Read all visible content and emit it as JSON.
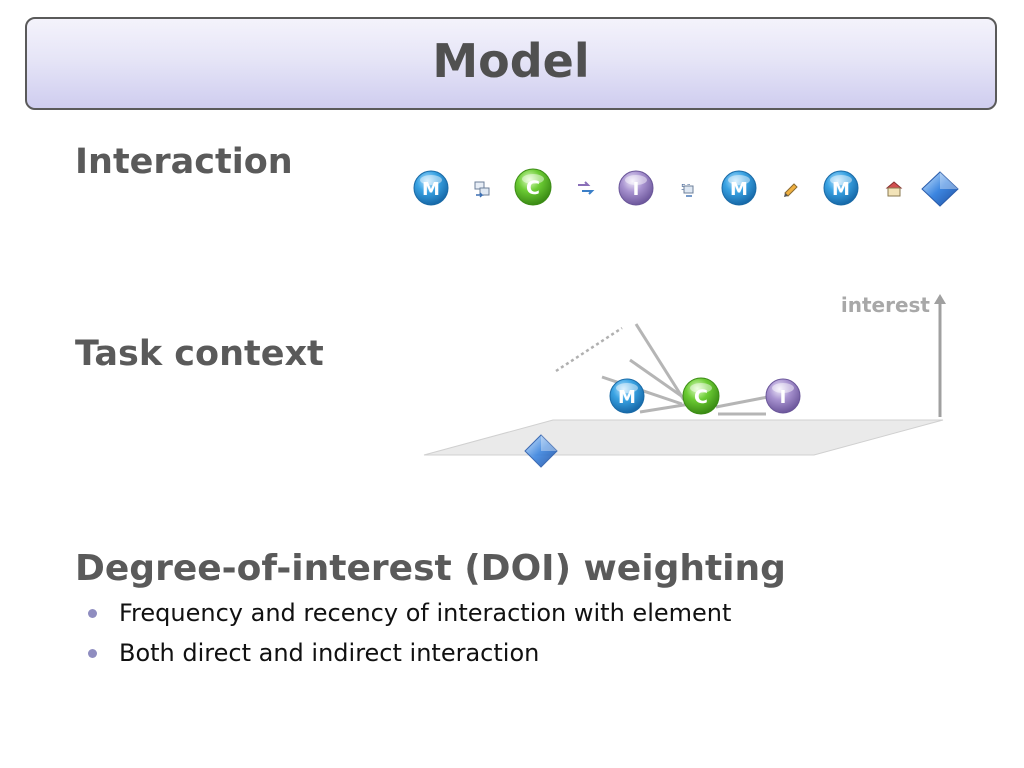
{
  "slide": {
    "title": "Model",
    "sections": {
      "interaction": "Interaction",
      "task_context": "Task context",
      "doi": "Degree-of-interest (DOI) weighting"
    },
    "bullets": [
      "Frequency and recency of interaction with element",
      "Both direct and indirect interaction"
    ]
  },
  "diagram": {
    "interaction_sequence": [
      {
        "kind": "element",
        "letter": "M",
        "color": "blue"
      },
      {
        "kind": "event",
        "icon": "selection-event-icon"
      },
      {
        "kind": "element",
        "letter": "C",
        "color": "green"
      },
      {
        "kind": "event",
        "icon": "navigation-event-icon"
      },
      {
        "kind": "element",
        "letter": "I",
        "color": "purple"
      },
      {
        "kind": "event",
        "icon": "search-event-icon"
      },
      {
        "kind": "element",
        "letter": "M",
        "color": "blue"
      },
      {
        "kind": "event",
        "icon": "edit-event-icon"
      },
      {
        "kind": "element",
        "letter": "M",
        "color": "blue"
      },
      {
        "kind": "event",
        "icon": "home-event-icon"
      },
      {
        "kind": "element",
        "shape": "diamond",
        "color": "blue"
      }
    ],
    "task_context": {
      "axis_label": "interest",
      "elements_above_plane": [
        {
          "letter": "M",
          "color": "blue"
        },
        {
          "letter": "C",
          "color": "green"
        },
        {
          "letter": "I",
          "color": "purple"
        }
      ],
      "elements_below_plane": [
        {
          "shape": "diamond",
          "color": "blue"
        }
      ]
    },
    "colors": {
      "blue": "#2a93d6",
      "green": "#5cc028",
      "purple": "#9a84c4",
      "diamond": "#3d86e0",
      "title_gradient_bottom": "#cfcdef",
      "heading": "#5a5a5a",
      "bullet_dot": "#8f8dc0",
      "axis_gray": "#a0a0a0"
    }
  }
}
